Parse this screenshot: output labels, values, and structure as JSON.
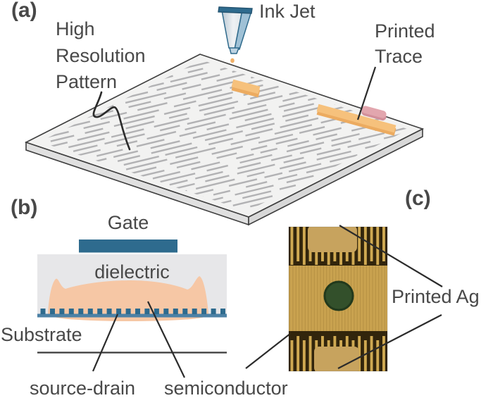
{
  "figure": {
    "panel_a": {
      "label": "(a)",
      "high_resolution_pattern": [
        "High",
        "Resolution",
        "Pattern"
      ],
      "ink_jet": "Ink Jet",
      "printed_trace": [
        "Printed",
        "Trace"
      ]
    },
    "panel_b": {
      "label": "(b)",
      "gate": "Gate",
      "dielectric": "dielectric",
      "substrate": "Substrate",
      "source_drain": "source-drain",
      "semiconductor": "semiconductor"
    },
    "panel_c": {
      "label": "(c)",
      "printed_ag": "Printed Ag"
    }
  },
  "colors": {
    "text": "#484848",
    "pointer_line": "#2b2b2b",
    "steel_blue": "#2e6b8e",
    "electrode_bar_blue": "#4c81a5",
    "dielectric_gray": "#e7e7e9",
    "semiconductor_peach": "#f6c7a5",
    "trace_orange": "#f6c17c",
    "trace_orange_shadow": "#ecab60",
    "ink_pink": "#e2a6ae",
    "ink_pink_shadow": "#d28f9a",
    "pattern_dash_gray": "#b2b2b4",
    "substrate_face": "#f2f2f1",
    "substrate_side": "#e0e0e0",
    "photo_gold": "#c9a24f",
    "photo_dark_brown": "#32250c",
    "photo_pad_tan": "#c7a35e",
    "photo_circle_green": "#33502b",
    "ink_droplet": "#f1b168"
  }
}
